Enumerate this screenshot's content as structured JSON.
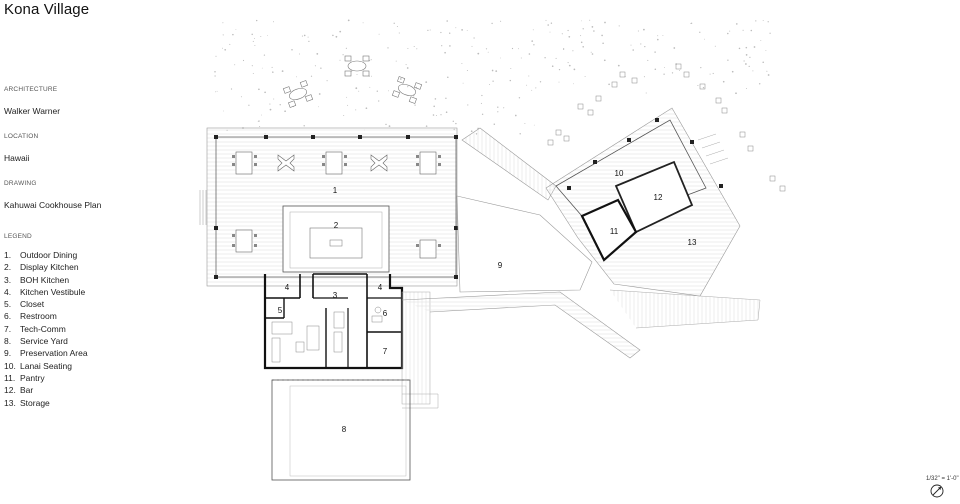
{
  "title": "Kona Village",
  "info": [
    {
      "label": "ARCHITECTURE",
      "value": "Walker Warner"
    },
    {
      "label": "LOCATION",
      "value": "Hawaii"
    },
    {
      "label": "DRAWING",
      "value": "Kahuwai Cookhouse Plan"
    }
  ],
  "legend": {
    "label": "LEGEND",
    "items": [
      {
        "num": "1.",
        "label": "Outdoor Dining"
      },
      {
        "num": "2.",
        "label": "Display Kitchen"
      },
      {
        "num": "3.",
        "label": "BOH Kitchen"
      },
      {
        "num": "4.",
        "label": "Kitchen Vestibule"
      },
      {
        "num": "5.",
        "label": "Closet"
      },
      {
        "num": "6.",
        "label": "Restroom"
      },
      {
        "num": "7.",
        "label": "Tech-Comm"
      },
      {
        "num": "8.",
        "label": "Service Yard"
      },
      {
        "num": "9.",
        "label": "Preservation Area"
      },
      {
        "num": "10.",
        "label": "Lanai Seating"
      },
      {
        "num": "11.",
        "label": "Pantry"
      },
      {
        "num": "12.",
        "label": "Bar"
      },
      {
        "num": "13.",
        "label": "Storage"
      }
    ]
  },
  "plan_labels": {
    "r1": "1",
    "r2": "2",
    "r3": "3",
    "r4a": "4",
    "r4b": "4",
    "r5": "5",
    "r6": "6",
    "r7": "7",
    "r8": "8",
    "r9": "9",
    "r10": "10",
    "r11": "11",
    "r12": "12",
    "r13": "13"
  },
  "scale": "1/32\" = 1'-0\"",
  "icons": {
    "north": "north-arrow-icon"
  }
}
